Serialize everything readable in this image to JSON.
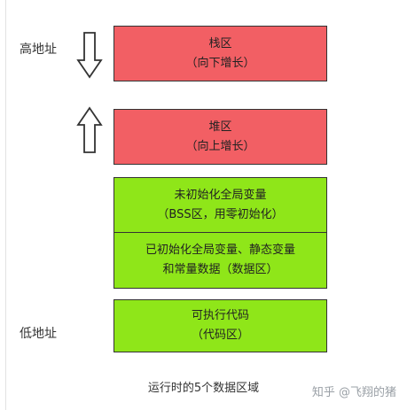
{
  "labels": {
    "high_address": "高地址",
    "low_address": "低地址"
  },
  "blocks": {
    "stack": {
      "line1": "栈区",
      "line2": "（向下增长）"
    },
    "heap": {
      "line1": "堆区",
      "line2": "（向上增长）"
    },
    "bss": {
      "line1": "未初始化全局变量",
      "line2": "（BSS区，用零初始化）"
    },
    "data": {
      "line1": "已初始化全局变量、静态变量",
      "line2": "和常量数据（数据区）"
    },
    "code": {
      "line1": "可执行代码",
      "line2": "（代码区）"
    }
  },
  "caption": "运行时的5个数据区域",
  "watermark": "知乎 @飞翔的猪",
  "colors": {
    "stack_heap": "#f25f64",
    "data_segments": "#8fe619",
    "border": "#333333"
  },
  "icons": {
    "stack_direction": "arrow-down-icon",
    "heap_direction": "arrow-up-icon"
  }
}
